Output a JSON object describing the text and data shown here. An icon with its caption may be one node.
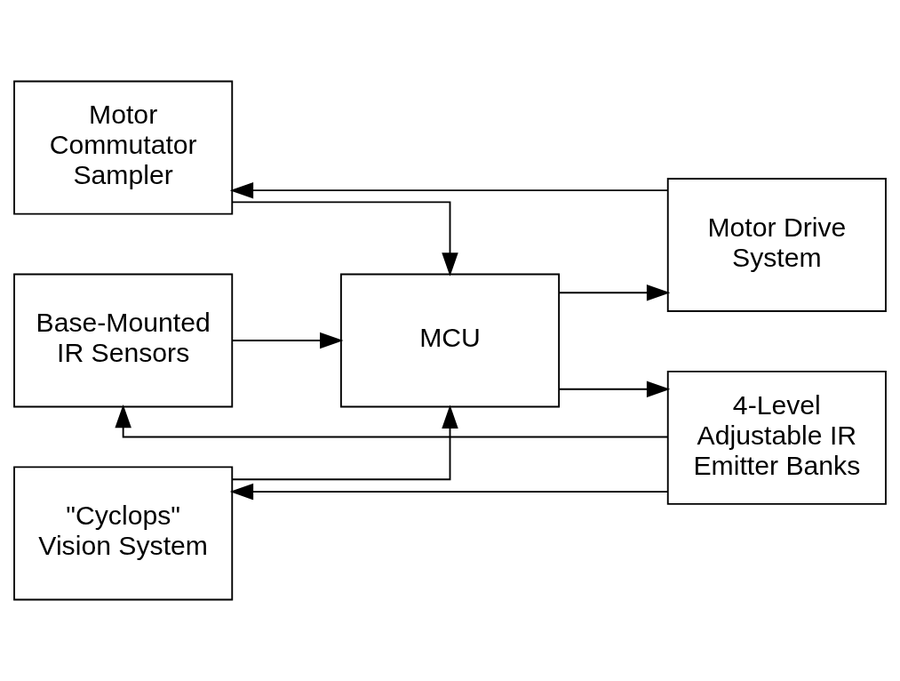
{
  "diagram": {
    "nodes": [
      {
        "text": [
          "Motor Commutator Sampler"
        ]
      },
      {
        "text": [
          "Base-Mounted IR Sensors"
        ]
      },
      {
        "text": [
          "\"Cyclops\" Vision System"
        ]
      },
      {
        "text": [
          "MCU"
        ]
      },
      {
        "text": [
          "Motor Drive System"
        ]
      },
      {
        "text": [
          "4-Level Adjustable IR Emitter Banks"
        ]
      }
    ],
    "edges": [
      {
        "from": 0,
        "to": 3,
        "arrow": "to"
      },
      {
        "from": 1,
        "to": 3,
        "arrow": "to"
      },
      {
        "from": 2,
        "to": 3,
        "arrow": "to"
      },
      {
        "from": 3,
        "to": 4,
        "arrow": "to"
      },
      {
        "from": 3,
        "to": 5,
        "arrow": "to"
      },
      {
        "from": 4,
        "to": 0,
        "arrow": "to"
      },
      {
        "from": 5,
        "to": 1,
        "arrow": "to"
      },
      {
        "from": 5,
        "to": 2,
        "arrow": "to"
      }
    ]
  }
}
